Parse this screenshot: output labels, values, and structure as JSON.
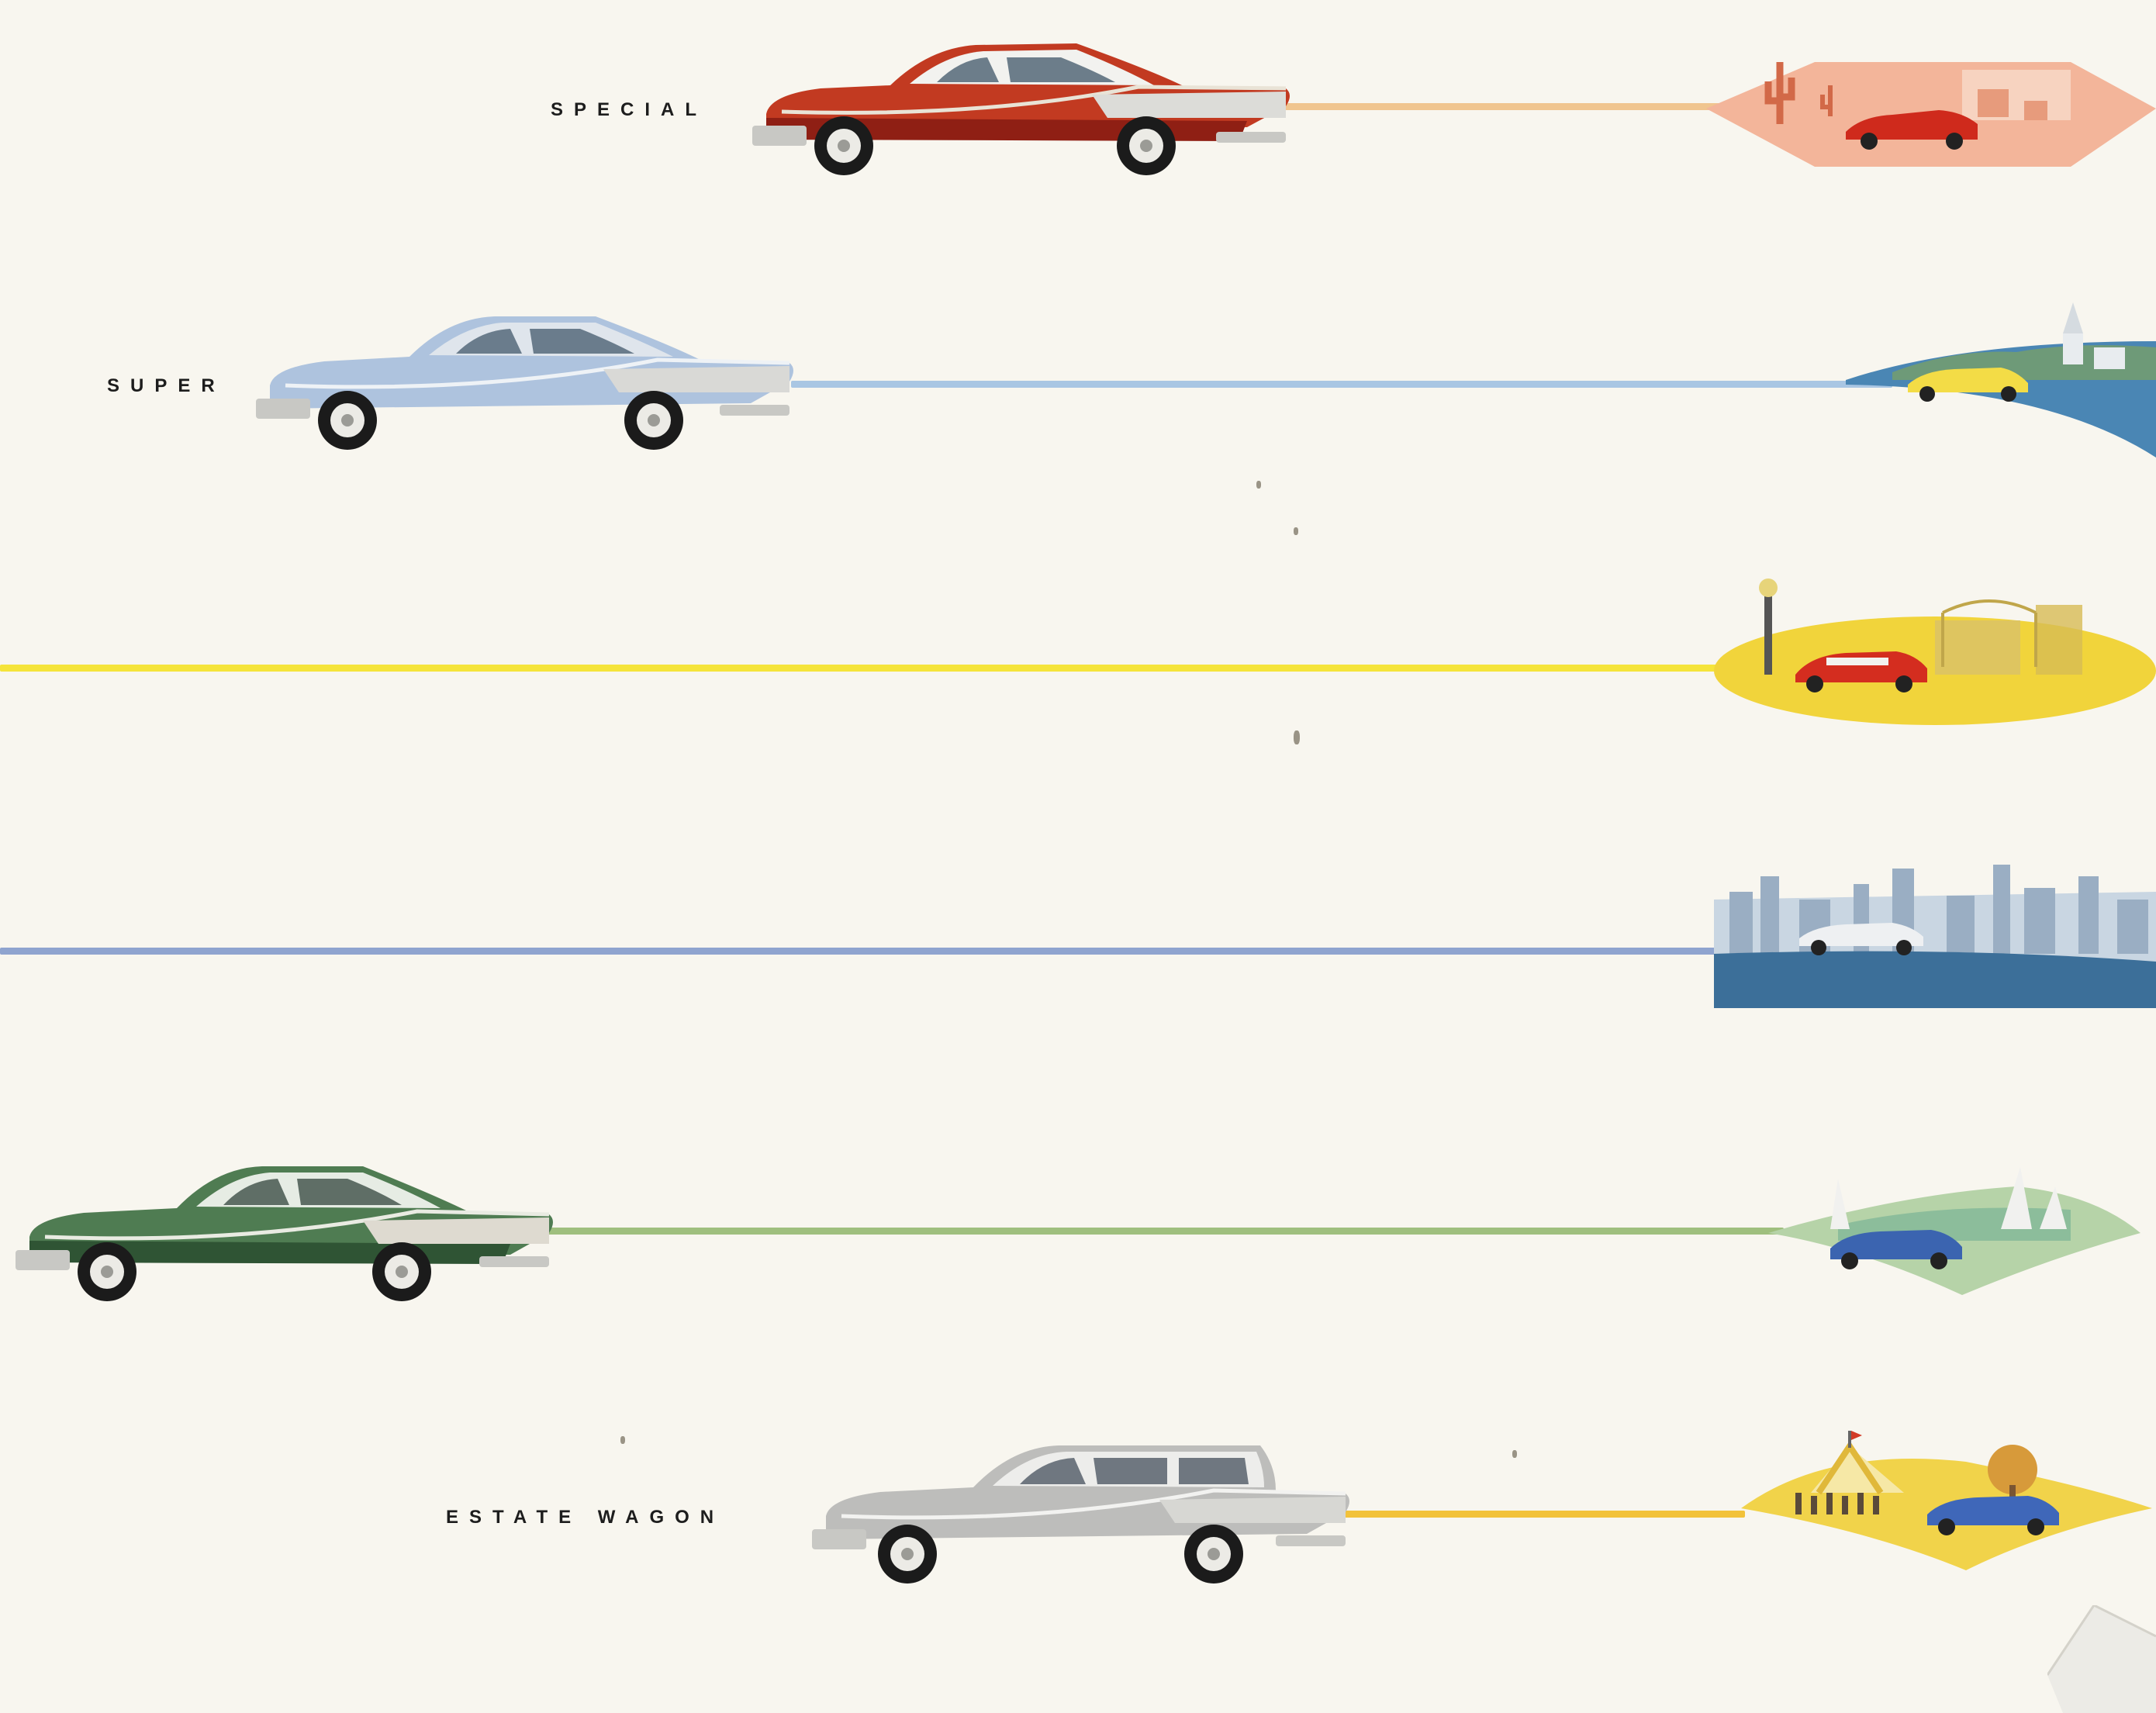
{
  "rows": [
    {
      "label": "SPECIAL",
      "car_color": "#b8321e",
      "stripe_color": "#f0c58f",
      "scene": "desert-pueblo"
    },
    {
      "label": "SUPER",
      "car_color": "#a9c0dc",
      "stripe_color": "#a9c6e3",
      "scene": "village-church"
    },
    {
      "label": "",
      "car_color": "",
      "stripe_color": "#f5e43a",
      "scene": "harbor-bridge"
    },
    {
      "label": "",
      "car_color": "",
      "stripe_color": "#8fa4cf",
      "scene": "city-skyline"
    },
    {
      "label": "",
      "car_color": "#3f6b45",
      "stripe_color": "#9fbf7e",
      "scene": "sailing-lake"
    },
    {
      "label": "ESTATE WAGON",
      "car_color": "#bfbfbf",
      "stripe_color": "#f2c23a",
      "scene": "fair-tent"
    }
  ]
}
